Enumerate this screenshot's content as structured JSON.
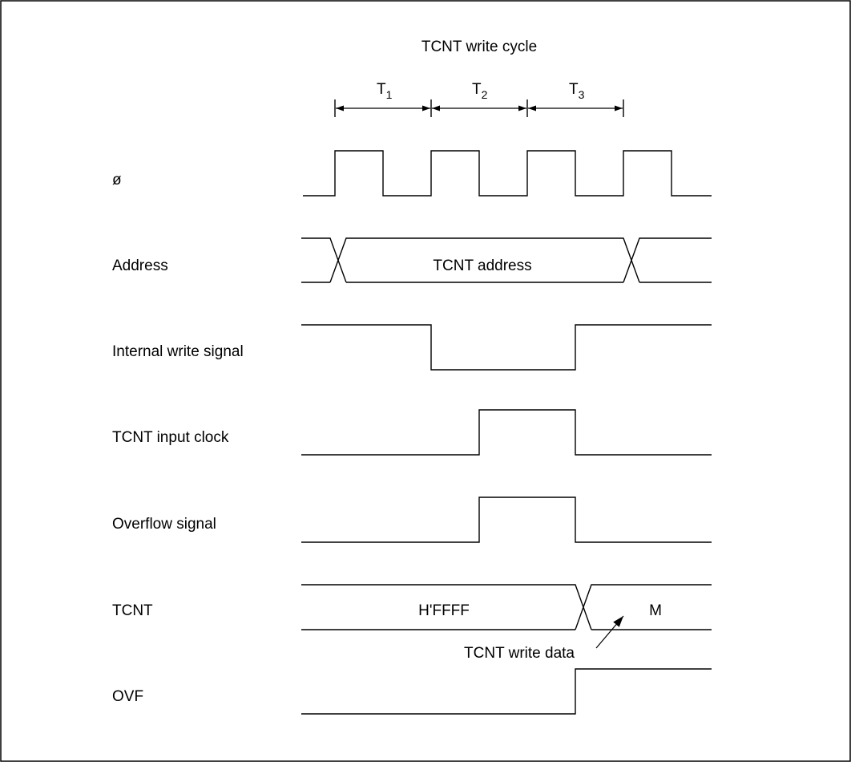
{
  "title": "TCNT write cycle",
  "states": [
    {
      "base": "T",
      "sub": "1"
    },
    {
      "base": "T",
      "sub": "2"
    },
    {
      "base": "T",
      "sub": "3"
    }
  ],
  "signals": {
    "clock": "ø",
    "address": "Address",
    "write": "Internal write signal",
    "input_clock": "TCNT input clock",
    "overflow": "Overflow signal",
    "tcnt": "TCNT",
    "ovf": "OVF"
  },
  "bus_values": {
    "address": "TCNT address",
    "tcnt_old": "H'FFFF",
    "tcnt_new": "M"
  },
  "annotations": {
    "write_data": "TCNT write data"
  }
}
